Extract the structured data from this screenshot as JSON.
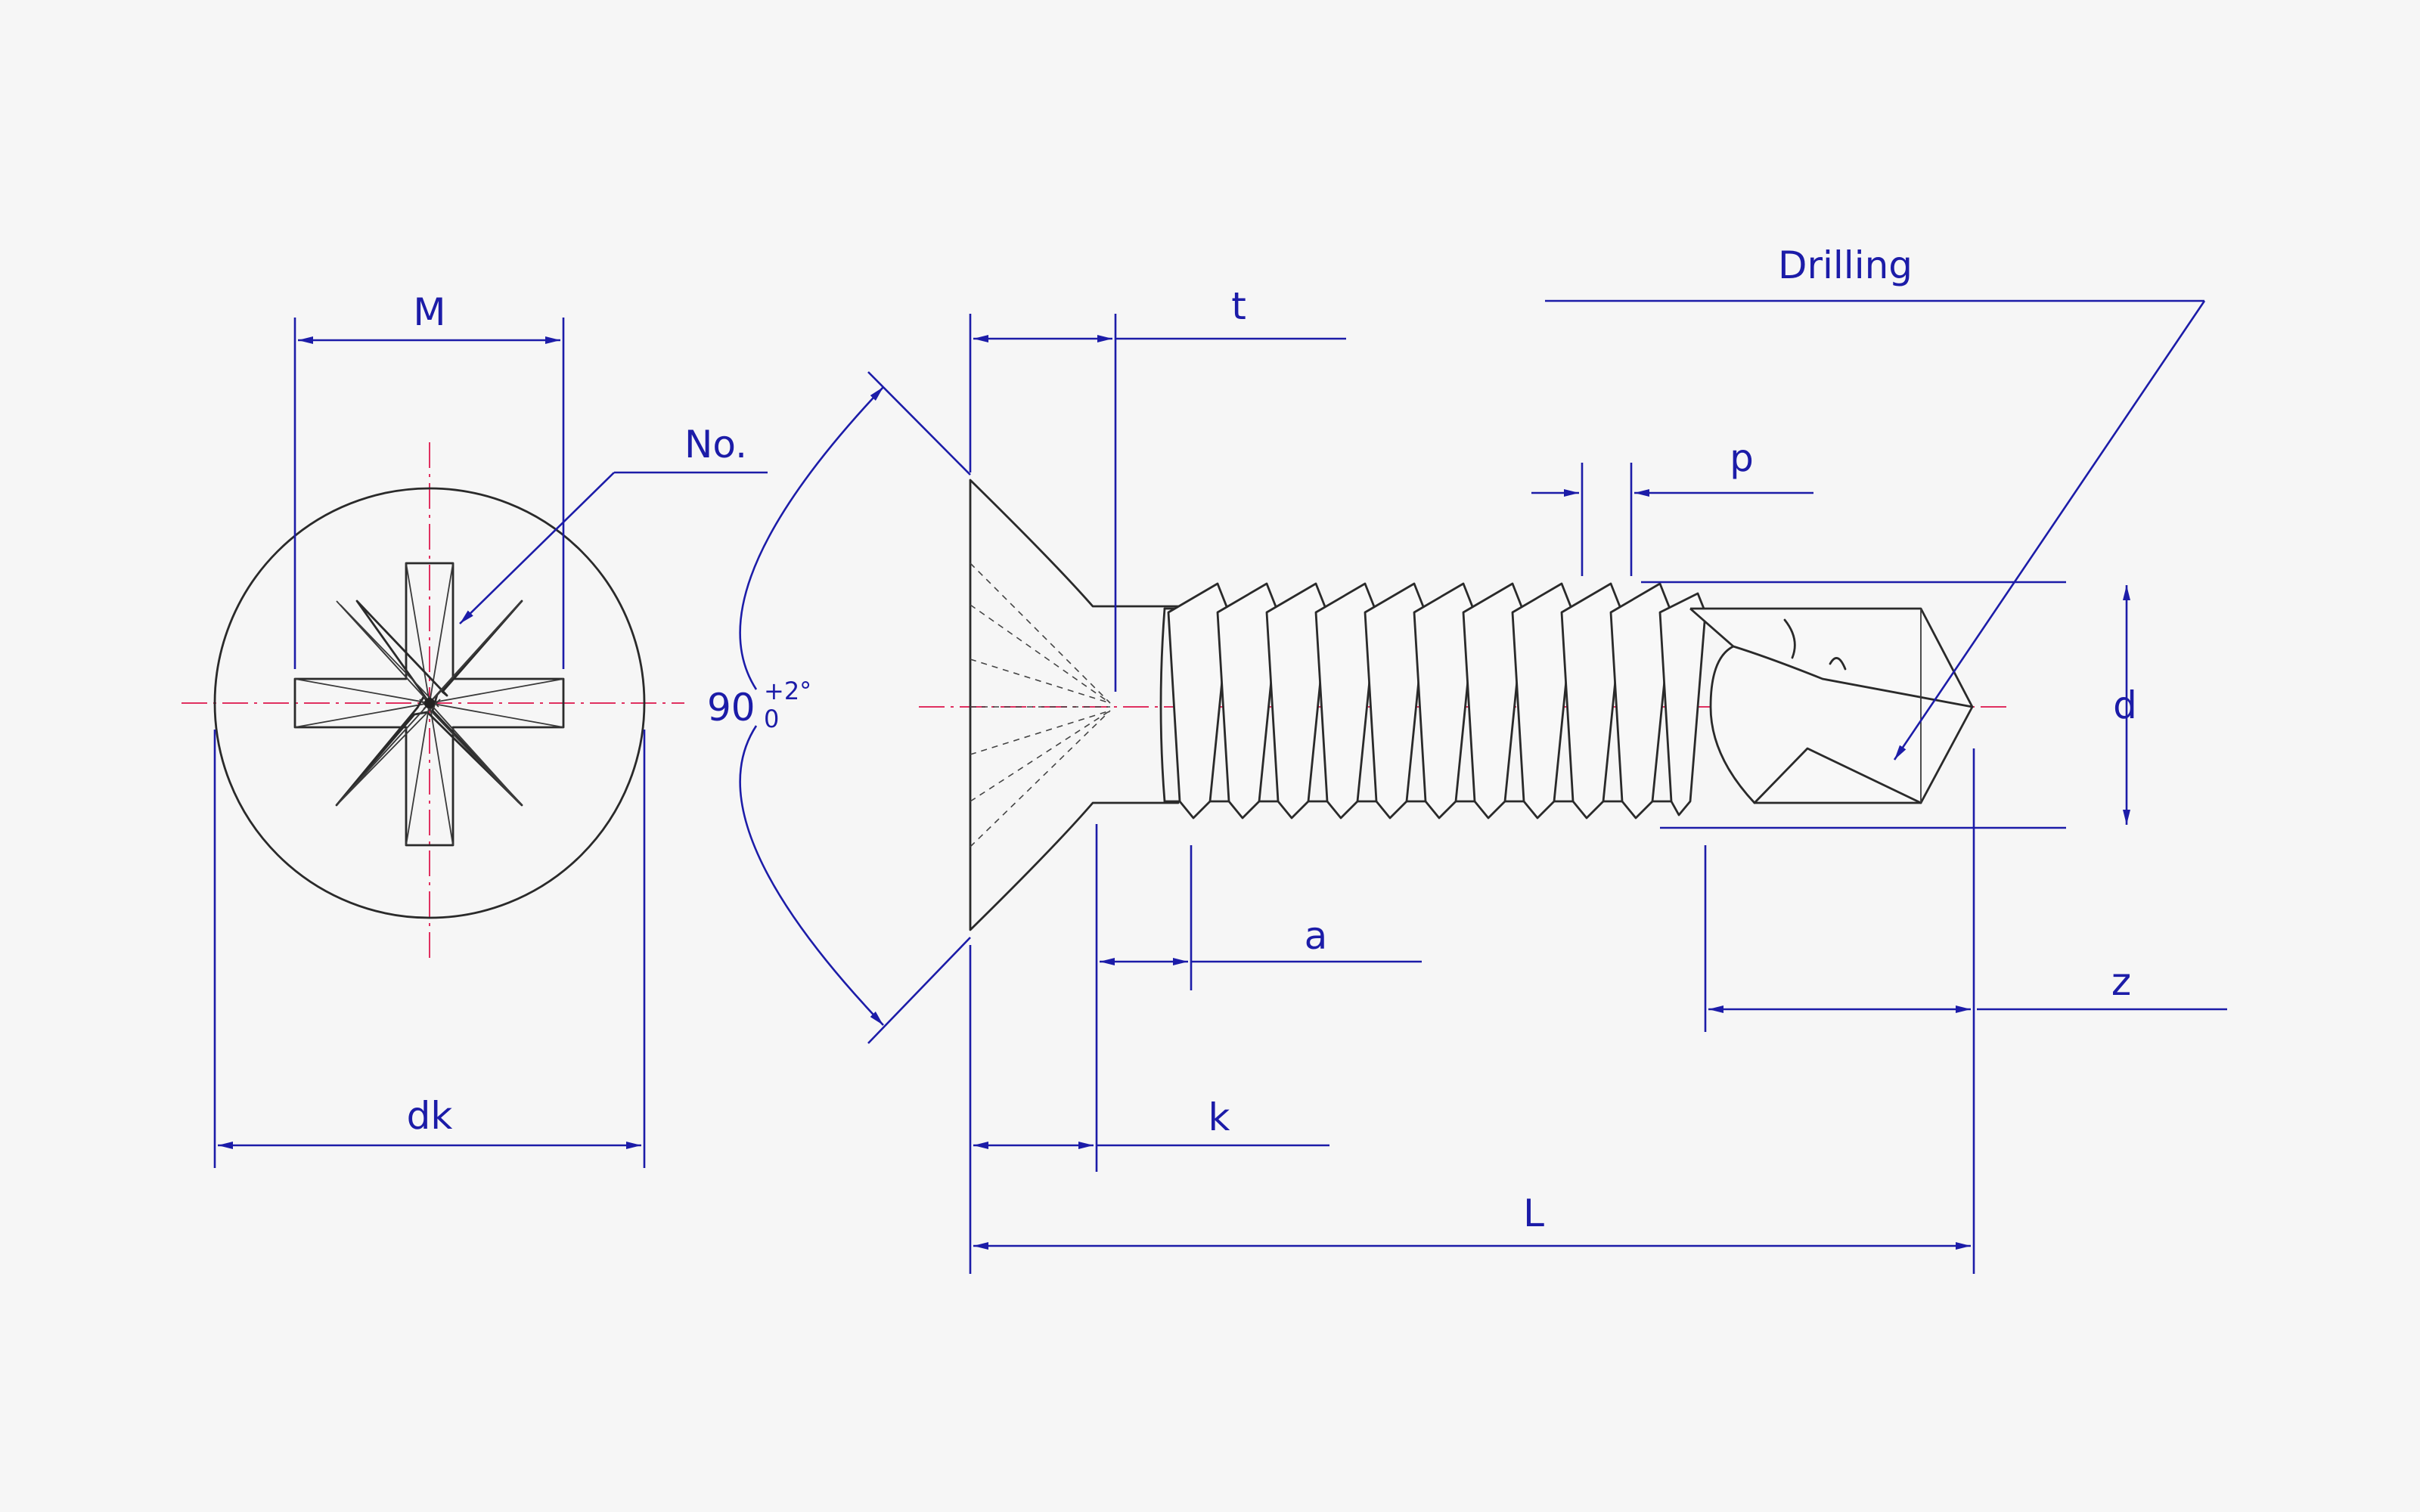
{
  "labels": {
    "M": "M",
    "no": "No.",
    "dk": "dk",
    "angle_value": "90",
    "angle_tol_upper": "+2°",
    "angle_tol_lower": "0",
    "t": "t",
    "drilling": "Drilling",
    "p": "p",
    "d": "d",
    "a": "a",
    "k": "k",
    "z": "z",
    "L": "L"
  },
  "colors": {
    "dimension": "#1c1ca8",
    "centerline": "#e03060",
    "outline": "#2a2a2a",
    "background": "#f6f6f6"
  }
}
